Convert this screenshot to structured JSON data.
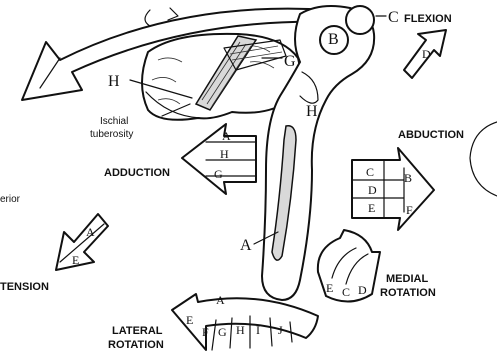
{
  "labels": {
    "flexion": "FLEXION",
    "abduction": "ABDUCTION",
    "adduction": "ADDUCTION",
    "medial_rotation_1": "MEDIAL",
    "medial_rotation_2": "ROTATION",
    "lateral_rotation_1": "LATERAL",
    "lateral_rotation_2": "ROTATION",
    "extension": "TENSION",
    "ischial_1": "Ischial",
    "ischial_2": "tuberosity",
    "posterior_fragment": "erior"
  },
  "bone_letters": {
    "b": "B",
    "c": "C",
    "g": "G",
    "h_left": "H",
    "h_right": "H",
    "a": "A"
  },
  "arrows": {
    "flexion": [
      "D"
    ],
    "abduction": [
      "C",
      "B",
      "D",
      "E",
      "F"
    ],
    "adduction": [
      "A",
      "H",
      "G"
    ],
    "extension": [
      "A",
      "E"
    ],
    "medial_rotation": [
      "E",
      "C",
      "D"
    ],
    "lateral_rotation": [
      "A",
      "E",
      "F",
      "G",
      "H",
      "I",
      "J"
    ]
  }
}
